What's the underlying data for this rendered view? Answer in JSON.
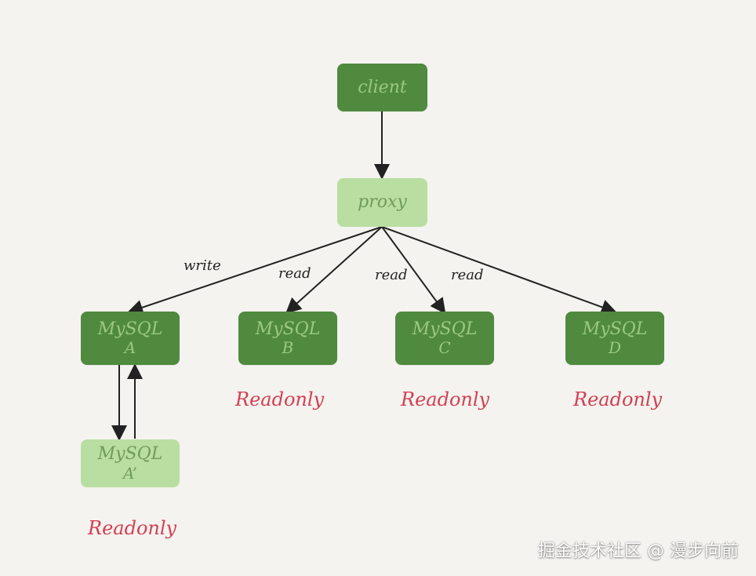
{
  "diagram": {
    "nodes": {
      "client": {
        "label": "client"
      },
      "proxy": {
        "label": "proxy"
      },
      "mysql_a": {
        "label": "MySQL",
        "sublabel": "A"
      },
      "mysql_b": {
        "label": "MySQL",
        "sublabel": "B"
      },
      "mysql_c": {
        "label": "MySQL",
        "sublabel": "C"
      },
      "mysql_d": {
        "label": "MySQL",
        "sublabel": "D"
      },
      "mysql_a_prime": {
        "label": "MySQL",
        "sublabel": "A’"
      }
    },
    "edges": {
      "write_to_a": "write",
      "read_to_b": "read",
      "read_to_c": "read",
      "read_to_d": "read"
    },
    "readonly_labels": {
      "b": "Readonly",
      "c": "Readonly",
      "d": "Readonly",
      "a_prime": "Readonly"
    }
  },
  "watermark": "掘金技术社区 @ 漫步向前",
  "colors": {
    "background": "#f4f3ef",
    "dark_node": "#4f8a3f",
    "light_node": "#b9dea1",
    "readonly_text": "#d23f53",
    "edge": "#222222"
  }
}
